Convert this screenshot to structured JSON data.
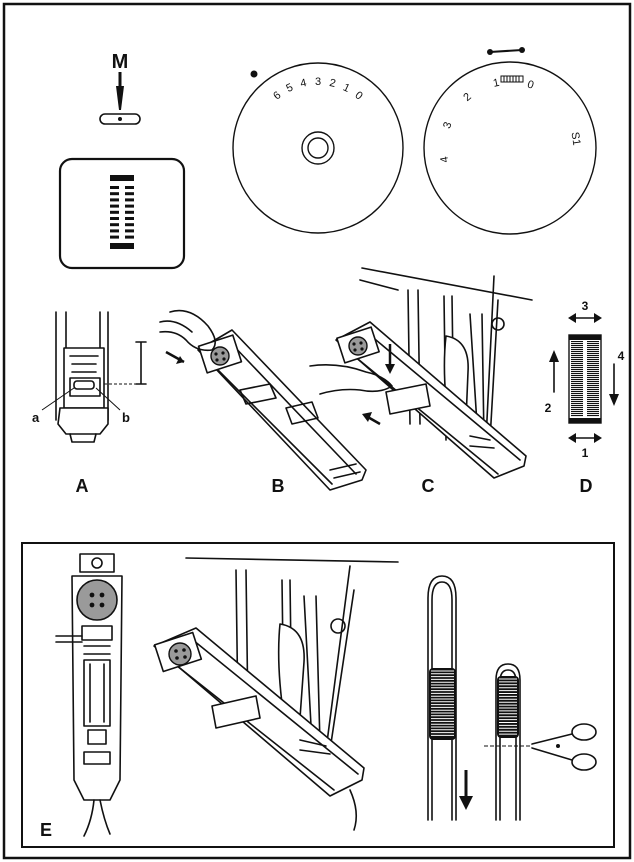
{
  "top_panel": {
    "needle_position_label": "M",
    "stitch_length_dial": {
      "numbers": [
        "6",
        "5",
        "4",
        "3",
        "2",
        "1",
        "0"
      ]
    },
    "stitch_width_dial": {
      "left_numbers": [
        "4",
        "3",
        "2",
        "1"
      ],
      "right_numbers": [
        "0",
        "S1"
      ]
    },
    "marker_labels": {
      "a": "a",
      "b": "b"
    },
    "step_labels": {
      "A": "A",
      "B": "B",
      "C": "C",
      "D": "D"
    },
    "buttonhole_sequence": {
      "one": "1",
      "two": "2",
      "three": "3",
      "four": "4"
    }
  },
  "bottom_panel": {
    "step_label": "E"
  },
  "colors": {
    "line": "#111111",
    "gray": "#8a8a8a",
    "background": "#ffffff"
  }
}
